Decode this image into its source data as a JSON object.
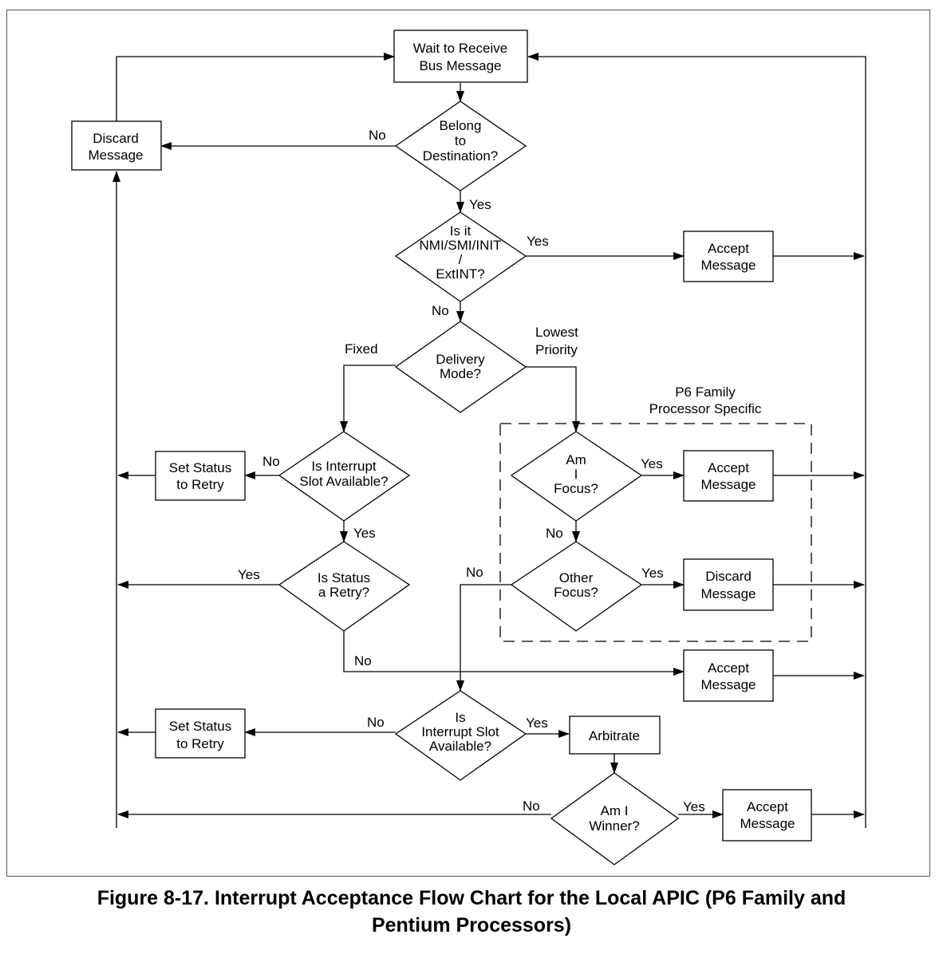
{
  "nodes": {
    "wait": [
      "Wait to Receive",
      "Bus Message"
    ],
    "belong": [
      "Belong",
      "to",
      "Destination?"
    ],
    "discard_top": [
      "Discard",
      "Message"
    ],
    "nmi": [
      "Is it",
      "NMI/SMI/INIT",
      "/",
      "ExtINT?"
    ],
    "accept_1": [
      "Accept",
      "Message"
    ],
    "delivery": [
      "Delivery",
      "Mode?"
    ],
    "slot_fixed": [
      "Is Interrupt",
      "Slot Available?"
    ],
    "retry_1": [
      "Set Status",
      "to Retry"
    ],
    "status_retry": [
      "Is Status",
      "a Retry?"
    ],
    "focus": [
      "Am",
      "I",
      "Focus?"
    ],
    "accept_2": [
      "Accept",
      "Message"
    ],
    "other_focus": [
      "Other",
      "Focus?"
    ],
    "discard_mid": [
      "Discard",
      "Message"
    ],
    "accept_3": [
      "Accept",
      "Message"
    ],
    "slot_lowest": [
      "Is",
      "Interrupt Slot",
      "Available?"
    ],
    "retry_2": [
      "Set Status",
      "to Retry"
    ],
    "arbitrate": [
      "Arbitrate"
    ],
    "winner": [
      "Am I",
      "Winner?"
    ],
    "accept_4": [
      "Accept",
      "Message"
    ]
  },
  "labels": {
    "no_belong": "No",
    "yes_belong": "Yes",
    "yes_nmi": "Yes",
    "no_nmi": "No",
    "fixed": "Fixed",
    "lowest_1": "Lowest",
    "lowest_2": "Priority",
    "p6_1": "P6 Family",
    "p6_2": "Processor Specific",
    "no_slot_fixed": "No",
    "yes_slot_fixed": "Yes",
    "yes_status": "Yes",
    "no_status": "No",
    "yes_focus": "Yes",
    "no_focus": "No",
    "yes_other": "Yes",
    "no_other": "No",
    "no_slot_lowest": "No",
    "yes_slot_lowest": "Yes",
    "no_winner": "No",
    "yes_winner": "Yes"
  },
  "caption": {
    "line1": "Figure 8-17.  Interrupt Acceptance Flow Chart for the Local APIC (P6 Family and",
    "line2": "Pentium Processors)"
  }
}
